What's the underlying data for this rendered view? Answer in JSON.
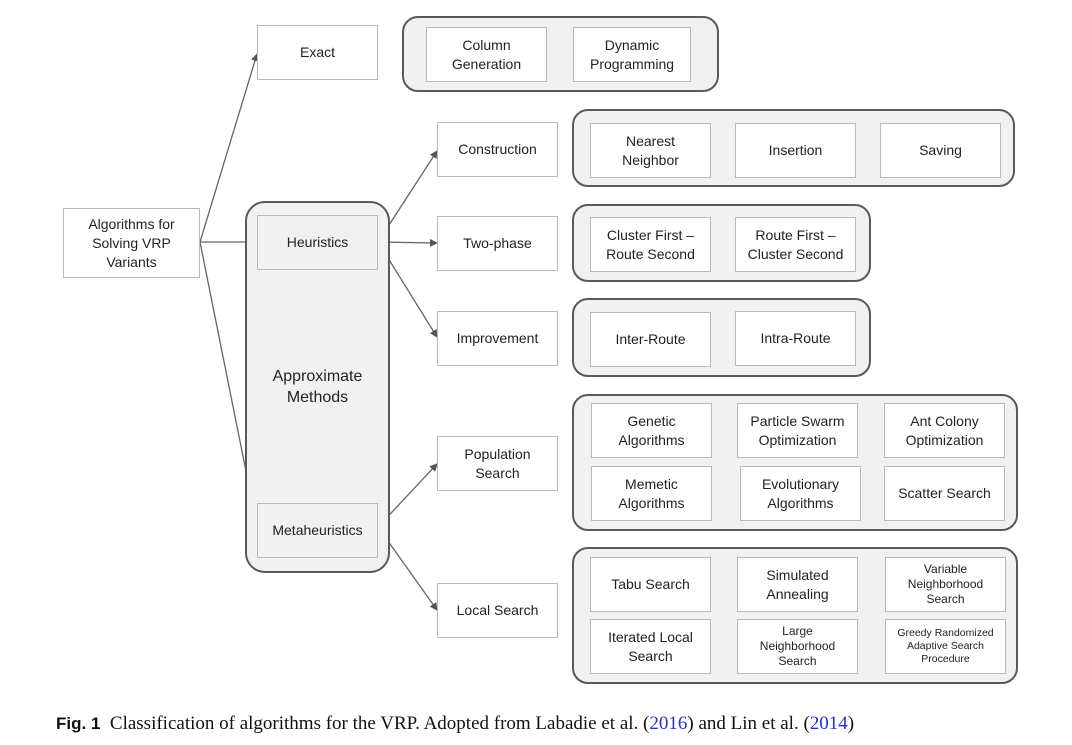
{
  "root": "Algorithms for\nSolving VRP\nVariants",
  "exact": {
    "label": "Exact",
    "methods": [
      "Column\nGeneration",
      "Dynamic\nProgramming"
    ]
  },
  "approximate": {
    "label": "Approximate\nMethods",
    "heuristics": {
      "label": "Heuristics",
      "construction": {
        "label": "Construction",
        "methods": [
          "Nearest\nNeighbor",
          "Insertion",
          "Saving"
        ]
      },
      "two_phase": {
        "label": "Two-phase",
        "methods": [
          "Cluster First –\nRoute Second",
          "Route First –\nCluster Second"
        ]
      },
      "improvement": {
        "label": "Improvement",
        "methods": [
          "Inter-Route",
          "Intra-Route"
        ]
      }
    },
    "metaheuristics": {
      "label": "Metaheuristics",
      "population_search": {
        "label": "Population\nSearch",
        "methods": [
          "Genetic\nAlgorithms",
          "Particle Swarm\nOptimization",
          "Ant Colony\nOptimization",
          "Memetic\nAlgorithms",
          "Evolutionary\nAlgorithms",
          "Scatter Search"
        ]
      },
      "local_search": {
        "label": "Local Search",
        "methods": [
          "Tabu Search",
          "Simulated\nAnnealing",
          "Variable\nNeighborhood\nSearch",
          "Iterated Local\nSearch",
          "Large\nNeighborhood\nSearch",
          "Greedy Randomized\nAdaptive Search\nProcedure"
        ]
      }
    }
  },
  "caption": {
    "fig": "Fig. 1",
    "text1": "Classification of algorithms for the VRP. Adopted from Labadie et al. (",
    "cite1": "2016",
    "text2": ") and Lin et al. (",
    "cite2": "2014",
    "text3": ")"
  }
}
